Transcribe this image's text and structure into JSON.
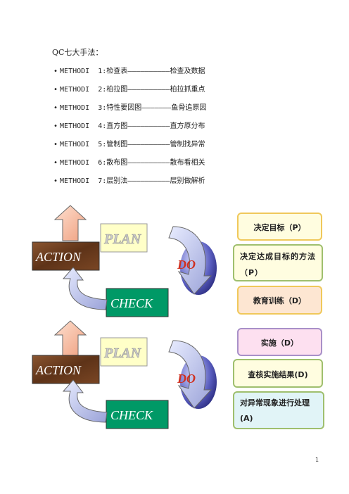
{
  "doc": {
    "title": "QC七大手法：",
    "methods": [
      {
        "bullet": "•",
        "text": "METHODI  1:检查表——————————检查及数据"
      },
      {
        "bullet": "•",
        "text": "METHODI  2:柏拉图——————————柏拉抓重点"
      },
      {
        "bullet": "•",
        "text": "METHODI  3:特性要因图———————鱼骨追原因"
      },
      {
        "bullet": "•",
        "text": "METHODI  4:直方图——————————直方原分布"
      },
      {
        "bullet": "•",
        "text": "METHODI  5:管制图——————————管制找异常"
      },
      {
        "bullet": "•",
        "text": "METHODI  6:散布图——————————散布看相关"
      },
      {
        "bullet": "•",
        "text": "METHODI  7:层别法——————————层别做解析"
      }
    ],
    "page_number": "1"
  },
  "pdca": {
    "plan": "PLAN",
    "do": "DO",
    "check": "CHECK",
    "action": "ACTION"
  },
  "boxes": {
    "a": "决定目标（P）",
    "b": "决定达成目标的方法（P）",
    "c": "教育训练（D）",
    "d": "实施（D）",
    "e": "查核实施结果(D)",
    "f": "对异常现象进行处理(A)"
  },
  "colors": {
    "check_green": "#009966",
    "action_wood": "#6b3a1c",
    "plan_yellow": "#ffffc8",
    "do_red": "#d03020",
    "arrow_blue": "#b8c0e8",
    "up_arrow": "#f4b89a"
  }
}
